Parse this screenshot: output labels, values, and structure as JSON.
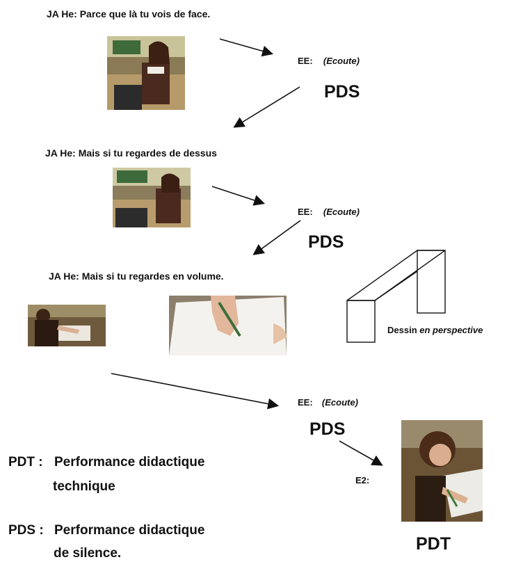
{
  "dialogue": {
    "ja_line_1": "JA He: Parce que là tu vois de face.",
    "ja_line_2": "JA He: Mais si tu regardes de dessus",
    "ja_line_3": "JA He: Mais si tu regardes en volume.",
    "ee_label": "EE:",
    "ee_ecoute": "(Ecoute)",
    "ee_label_3": "EE:",
    "ee_ecoute_3": "(Ecoute)",
    "e2_label": "E2:"
  },
  "codes": {
    "pds_1": "PDS",
    "pds_2": "PDS",
    "pds_3": "PDS",
    "pdt": "PDT"
  },
  "drawing": {
    "caption_prefix": "Dessin",
    "caption_italic": "en perspective"
  },
  "legend": {
    "pdt_key": "PDT :",
    "pdt_line1": "Performance didactique",
    "pdt_line2": "technique",
    "pds_key": "PDS :",
    "pds_line1": "Performance didactique",
    "pds_line2": "de silence."
  }
}
